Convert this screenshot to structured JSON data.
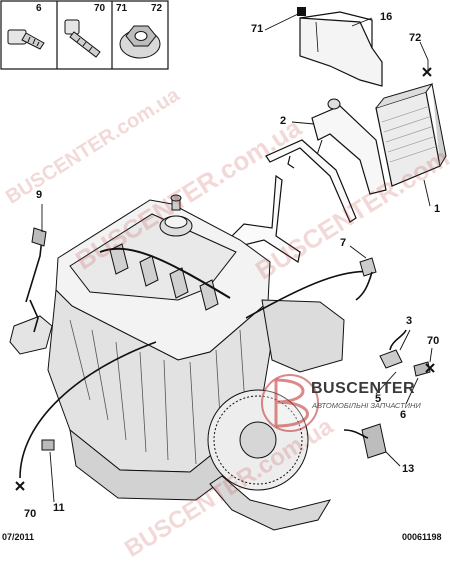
{
  "parts_box": {
    "labels": [
      "6",
      "70",
      "71",
      "72"
    ]
  },
  "callouts": {
    "c1": "1",
    "c2": "2",
    "c3": "3",
    "c5": "5",
    "c6": "6",
    "c7": "7",
    "c9": "9",
    "c11": "11",
    "c13": "13",
    "c16": "16",
    "c70a": "70",
    "c70b": "70",
    "c71": "71",
    "c72": "72"
  },
  "footer": {
    "date": "07/2011",
    "ref": "00061198"
  },
  "watermark": {
    "text": "BUSCENTER.com.ua",
    "logo_main": "BUSCENTER",
    "logo_sub": "АВТОМОБІЛЬНІ ЗАПЧАСТИНИ",
    "color": "#c0282866"
  },
  "colors": {
    "line": "#111111",
    "fill_light": "#f2f2f2",
    "fill_mid": "#d9d9d9",
    "fill_dark": "#9a9a9a",
    "watermark_red": "#be2828"
  }
}
